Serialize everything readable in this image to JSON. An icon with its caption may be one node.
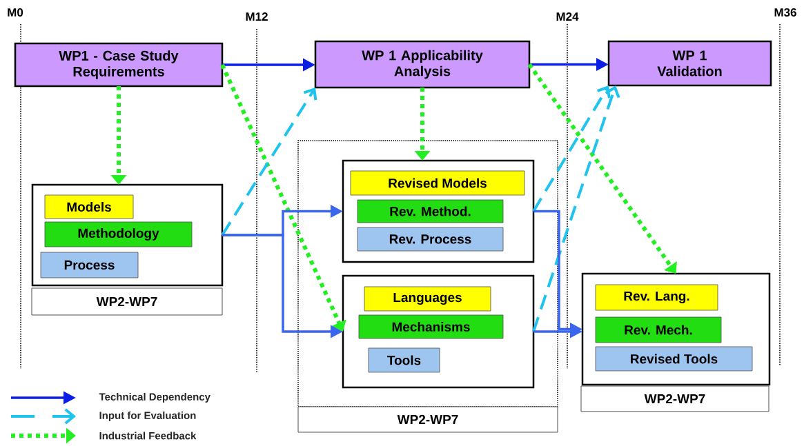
{
  "diagram": {
    "nodes": [
      {
        "text": [
          "WP1 - Case Study Requirements"
        ]
      },
      {
        "text": [
          "WP 1 Applicability Analysis"
        ]
      },
      {
        "text": [
          "WP 1 Validation"
        ]
      },
      {
        "text": [],
        "shape": "box"
      },
      {
        "text": [
          "Models"
        ],
        "in": 3
      },
      {
        "text": [
          "Methodology"
        ],
        "in": 3
      },
      {
        "text": [
          "Process"
        ],
        "in": 3
      },
      {
        "text": [
          "WP2-WP7"
        ]
      },
      {
        "text": [],
        "shape": "box"
      },
      {
        "text": [],
        "shape": "box",
        "in": 8
      },
      {
        "text": [
          "Revised Models"
        ],
        "in": 9
      },
      {
        "text": [
          "Rev. Method."
        ],
        "in": 9
      },
      {
        "text": [
          "Rev. Process"
        ],
        "in": 9
      },
      {
        "text": [],
        "shape": "box",
        "in": 8
      },
      {
        "text": [
          "Languages"
        ],
        "in": 13
      },
      {
        "text": [
          "Mechanisms"
        ],
        "in": 13
      },
      {
        "text": [
          "Tools"
        ],
        "in": 13
      },
      {
        "text": [
          "WP2-WP7"
        ]
      },
      {
        "text": [],
        "shape": "box"
      },
      {
        "text": [
          "Rev. Lang."
        ],
        "in": 18
      },
      {
        "text": [
          "Rev. Mech."
        ],
        "in": 18
      },
      {
        "text": [
          "Revised Tools"
        ],
        "in": 18
      },
      {
        "text": [
          "WP2-WP7"
        ]
      }
    ],
    "edges": [
      {
        "from": 0,
        "to": 1,
        "arrow": "to",
        "color": "#0a1ee6"
      },
      {
        "from": 1,
        "to": 2,
        "arrow": "to",
        "color": "#0a1ee6"
      },
      {
        "from": 0,
        "to": 3,
        "arrow": "to",
        "style": "dashed",
        "color": "#22ee22"
      },
      {
        "from": 0,
        "to": 13,
        "arrow": "to",
        "style": "dashed",
        "color": "#22ee22"
      },
      {
        "from": 1,
        "to": 9,
        "arrow": "to",
        "style": "dashed",
        "color": "#22ee22"
      },
      {
        "from": 1,
        "to": 18,
        "arrow": "to",
        "style": "dashed",
        "color": "#22ee22"
      },
      {
        "from": 3,
        "to": 1,
        "arrow": "to",
        "style": "dashed",
        "color": "#1ec3ee"
      },
      {
        "from": 9,
        "to": 2,
        "arrow": "to",
        "style": "dashed",
        "color": "#1ec3ee"
      },
      {
        "from": 13,
        "to": 2,
        "arrow": "to",
        "style": "dashed",
        "color": "#1ec3ee"
      },
      {
        "from": 3,
        "to": 9,
        "arrow": "to",
        "color": "#3a66ee"
      },
      {
        "from": 3,
        "to": 13,
        "arrow": "to",
        "color": "#3a66ee"
      },
      {
        "from": 9,
        "to": 18,
        "arrow": "to",
        "color": "#3a66ee"
      },
      {
        "from": 13,
        "to": 18,
        "arrow": "to",
        "color": "#3a66ee"
      }
    ],
    "labels": [
      "M0",
      "M12",
      "M24",
      "M36"
    ],
    "legend": [
      {
        "text": "Technical Dependency"
      },
      {
        "text": "Input for Evaluation"
      },
      {
        "text": "Industrial Feedback"
      }
    ]
  }
}
